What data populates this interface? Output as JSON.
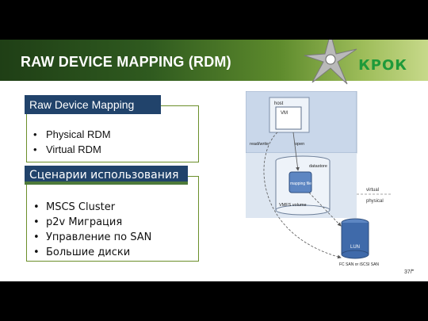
{
  "slide": {
    "title": "RAW DEVICE MAPPING (RDM)",
    "logo": "КРОК",
    "page_number": "37/‴"
  },
  "box1": {
    "header": "Raw Device Mapping",
    "items": [
      "Physical RDM",
      "Virtual RDM"
    ]
  },
  "box2": {
    "header": "Сценарии использования",
    "items": [
      "MSCS Cluster",
      "p2v Миграция",
      "Управление по SAN",
      "Большие диски"
    ]
  },
  "diagram": {
    "host": "host",
    "vm": "VM",
    "read_write": "read/write",
    "open": "open",
    "datastore": "datastore",
    "mapping_file": "mapping file",
    "vmfs_volume": "VMFS volume",
    "virtual": "virtual",
    "physical": "physical",
    "lun": "LUN",
    "san": "FC SAN\nor iSCSI SAN"
  },
  "colors": {
    "header_bg": "#21436b",
    "box_border": "#6b8f2a",
    "logo": "#1e9a3a",
    "title": "#ffffff"
  },
  "icons": [
    "shuriken-icon",
    "vm-icon",
    "datastore-icon",
    "mapping-file-icon",
    "lun-disk-icon"
  ]
}
